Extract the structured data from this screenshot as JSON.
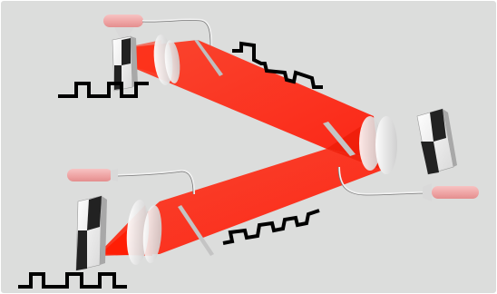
{
  "scene": {
    "background": "#dcdddc",
    "beam_color": "#ff1a00",
    "beam_opacity_main": 0.82,
    "lens_color": "#f2f2f2",
    "tube_color": "#f0a7a7",
    "signal_color": "#000000",
    "pulse_pattern": [
      0,
      1,
      0,
      1,
      0,
      1,
      0
    ],
    "components": [
      "top-left-modulator",
      "top-left-lens-stack",
      "top-left-fiber-connector",
      "right-lens-stack",
      "right-modulator",
      "right-fiber-connector",
      "bottom-left-modulator",
      "bottom-left-lens-stack",
      "bottom-left-fiber-connector",
      "wire-grid-polarizer-top",
      "wire-grid-polarizer-bottom"
    ]
  }
}
